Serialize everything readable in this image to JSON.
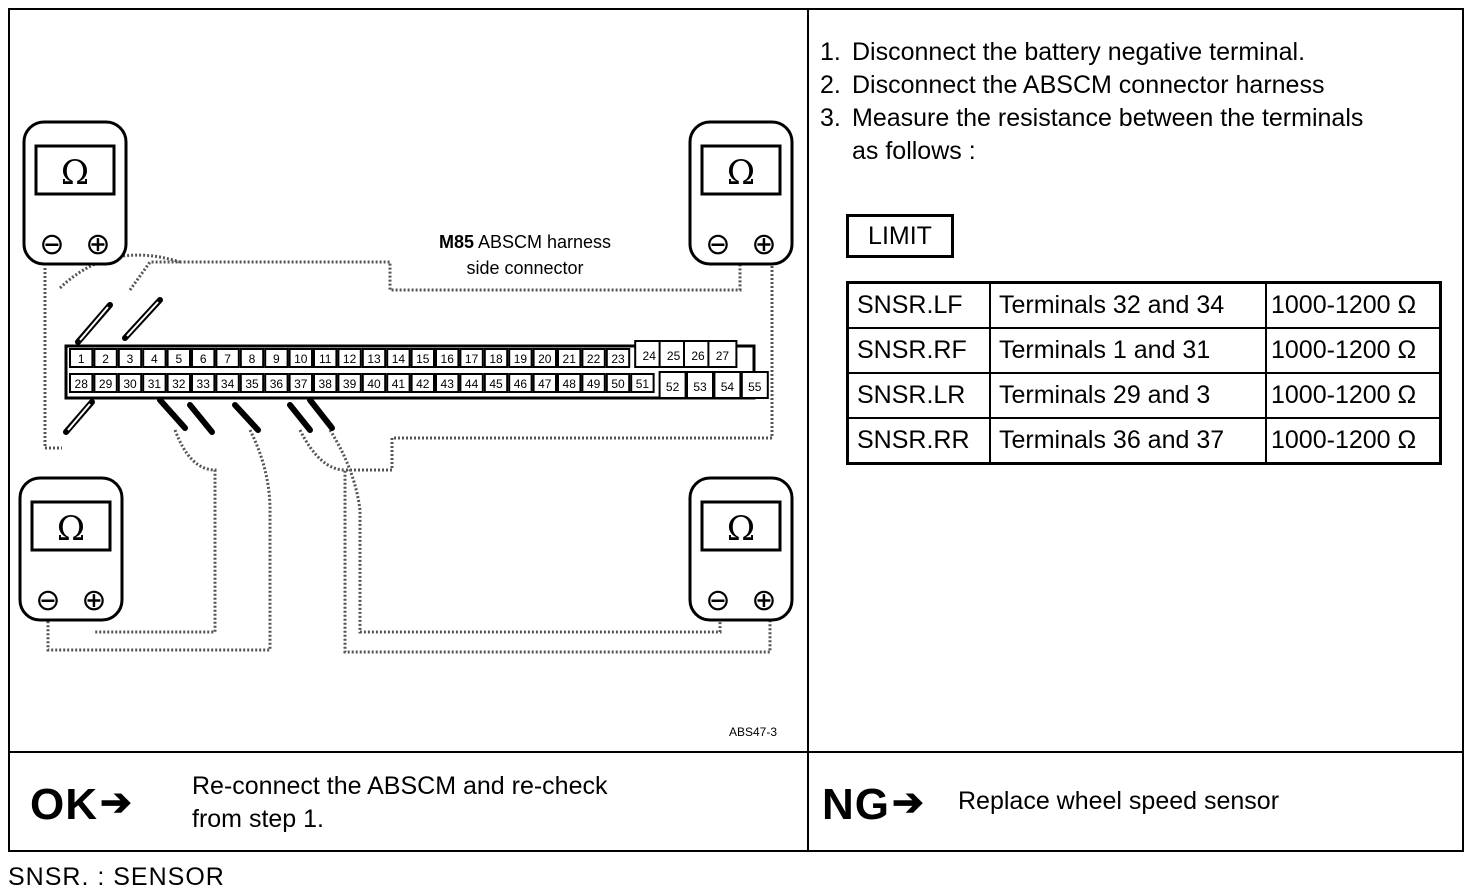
{
  "steps": [
    {
      "num": "1.",
      "text": "Disconnect the battery negative terminal."
    },
    {
      "num": "2.",
      "text": "Disconnect the ABSCM connector harness"
    },
    {
      "num": "3.",
      "text": "Measure the resistance between the terminals"
    },
    {
      "num": "",
      "text": "as follows :"
    }
  ],
  "limit_label": "LIMIT",
  "limit_table": [
    {
      "sensor": "SNSR.LF",
      "terminals": "Terminals 32 and 34",
      "range": "1000-1200 Ω"
    },
    {
      "sensor": "SNSR.RF",
      "terminals": "Terminals 1 and 31",
      "range": "1000-1200 Ω"
    },
    {
      "sensor": "SNSR.LR",
      "terminals": "Terminals 29 and 3",
      "range": "1000-1200 Ω"
    },
    {
      "sensor": "SNSR.RR",
      "terminals": "Terminals 36 and 37",
      "range": "1000-1200 Ω"
    }
  ],
  "diagram": {
    "connector_label_bold": "M85",
    "connector_label_line1": "ABSCM harness",
    "connector_label_line2": "side connector",
    "figure_id": "ABS47-3",
    "meter_symbol": "Ω",
    "minus_symbol": "⊖",
    "plus_symbol": "⊕",
    "top_row": [
      "1",
      "2",
      "3",
      "4",
      "5",
      "6",
      "7",
      "8",
      "9",
      "10",
      "11",
      "12",
      "13",
      "14",
      "15",
      "16",
      "17",
      "18",
      "19",
      "20",
      "21",
      "22",
      "23",
      "24",
      "25",
      "26",
      "27"
    ],
    "bottom_row": [
      "28",
      "29",
      "30",
      "31",
      "32",
      "33",
      "34",
      "35",
      "36",
      "37",
      "38",
      "39",
      "40",
      "41",
      "42",
      "43",
      "44",
      "45",
      "46",
      "47",
      "48",
      "49",
      "50",
      "51",
      "52",
      "53",
      "54",
      "55"
    ]
  },
  "ok": {
    "label": "OK",
    "text_line1": "Re-connect the ABSCM and re-check",
    "text_line2": "from step 1."
  },
  "ng": {
    "label": "NG",
    "text": "Replace wheel speed sensor"
  },
  "arrow_symbol": "➔",
  "footnote": "SNSR. : SENSOR"
}
